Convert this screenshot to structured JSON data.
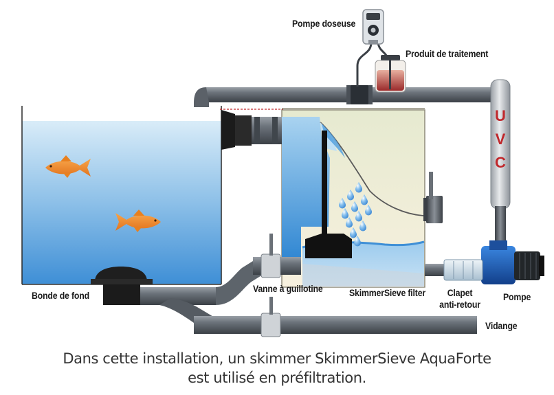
{
  "labels": {
    "dosing_pump": "Pompe doseuse",
    "treatment_product": "Produit de traitement",
    "uvc": [
      "U",
      "V",
      "C"
    ],
    "bottom_drain": "Bonde de fond",
    "gate_valve": "Vanne à guillotine",
    "skimmersieve_filter": "SkimmerSieve filter",
    "check_valve": [
      "Clapet",
      "anti-retour"
    ],
    "pump": "Pompe",
    "drain_outlet": "Vidange"
  },
  "caption": {
    "line1": "Dans cette installation, un skimmer SkimmerSieve AquaForte",
    "line2": "est utilisé en préfiltration."
  },
  "colors": {
    "pipe": "#5b6168",
    "water_top": "#d8ebf8",
    "water_bottom": "#3f8fd6",
    "filter_body": "#f3ecd6",
    "fish": "#f0892a",
    "uvc_text": "#c0282c",
    "pump_blue": "#1f5fb8",
    "treatment_liquid": "#9a2a2a"
  },
  "icons": [
    "fish-icon",
    "water-drop-icon",
    "dosing-pump-icon",
    "bottle-icon",
    "pump-icon"
  ]
}
